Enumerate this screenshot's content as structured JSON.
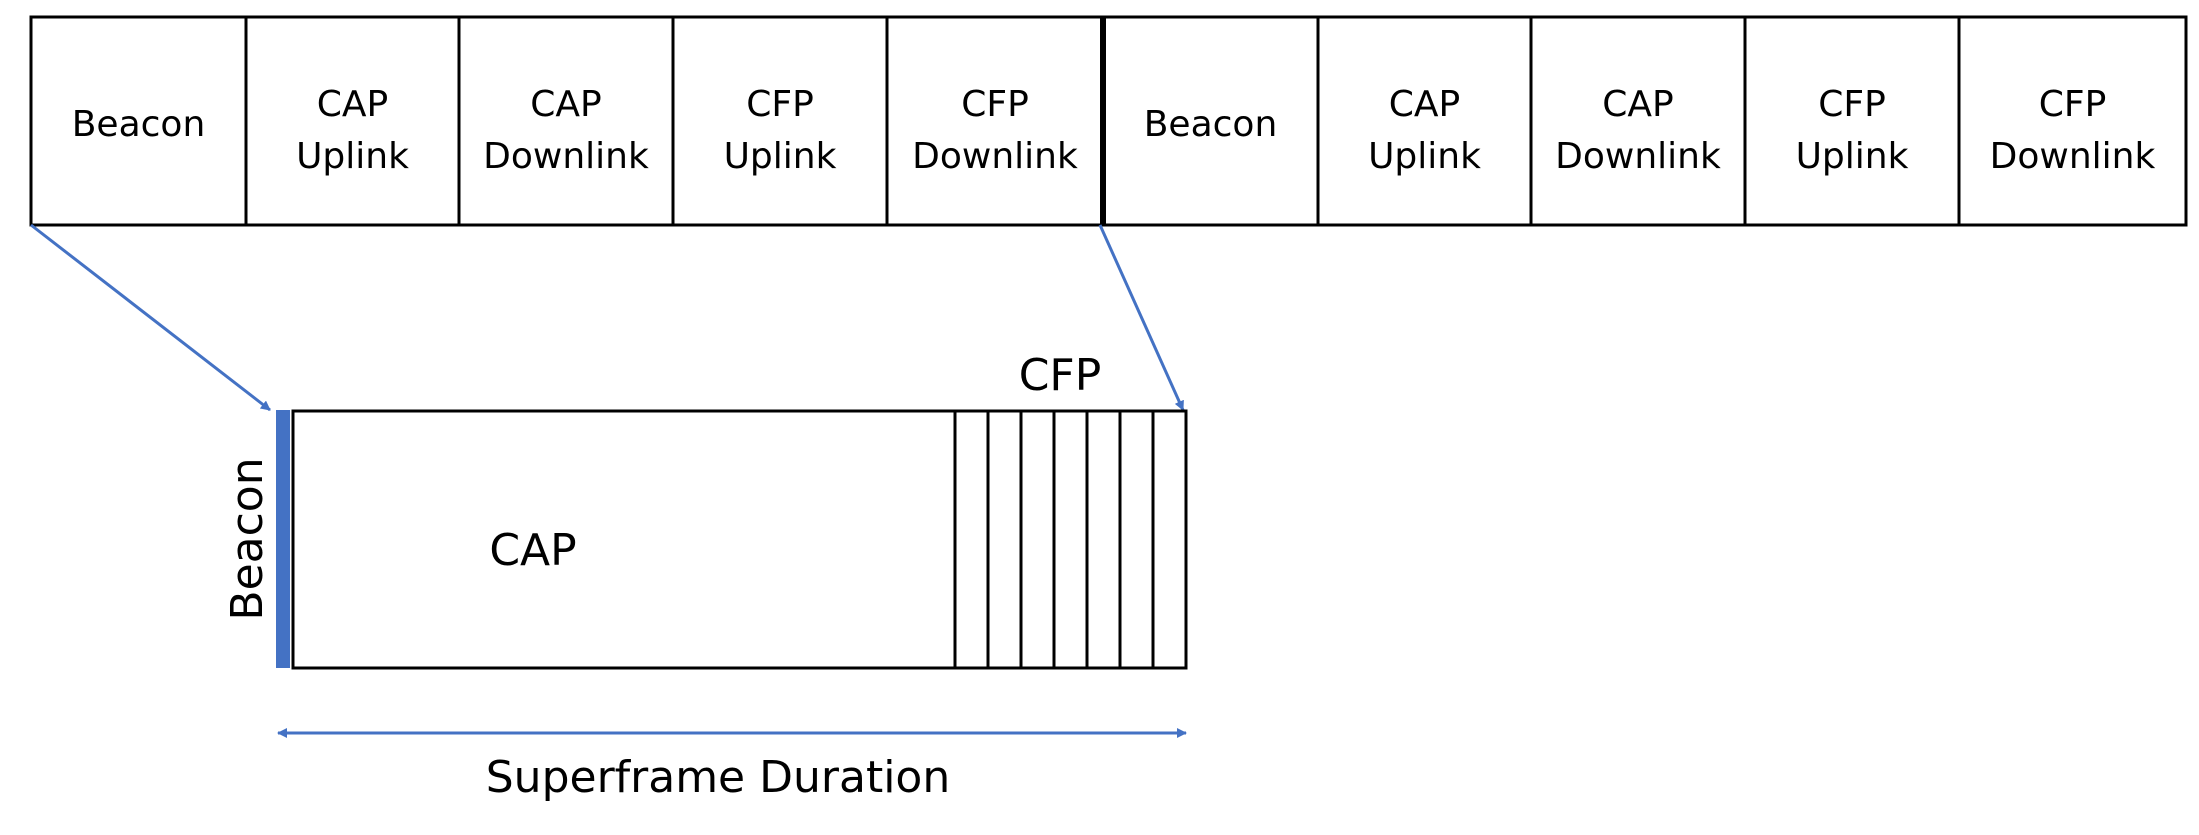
{
  "colors": {
    "arrow": "#4472C4",
    "beacon_bar": "#4472C4",
    "stroke": "#000000",
    "background": "#FFFFFF"
  },
  "top_row": {
    "cells": [
      {
        "lines": [
          "Beacon"
        ]
      },
      {
        "lines": [
          "CAP",
          "Uplink"
        ]
      },
      {
        "lines": [
          "CAP",
          "Downlink"
        ]
      },
      {
        "lines": [
          "CFP",
          "Uplink"
        ]
      },
      {
        "lines": [
          "CFP",
          "Downlink"
        ]
      },
      {
        "lines": [
          "Beacon"
        ]
      },
      {
        "lines": [
          "CAP",
          "Uplink"
        ]
      },
      {
        "lines": [
          "CAP",
          "Downlink"
        ]
      },
      {
        "lines": [
          "CFP",
          "Uplink"
        ]
      },
      {
        "lines": [
          "CFP",
          "Downlink"
        ]
      }
    ]
  },
  "superframe": {
    "beacon_label": "Beacon",
    "cap_label": "CAP",
    "cfp_label": "CFP",
    "cfp_slot_count": 7,
    "duration_label": "Superframe Duration"
  }
}
